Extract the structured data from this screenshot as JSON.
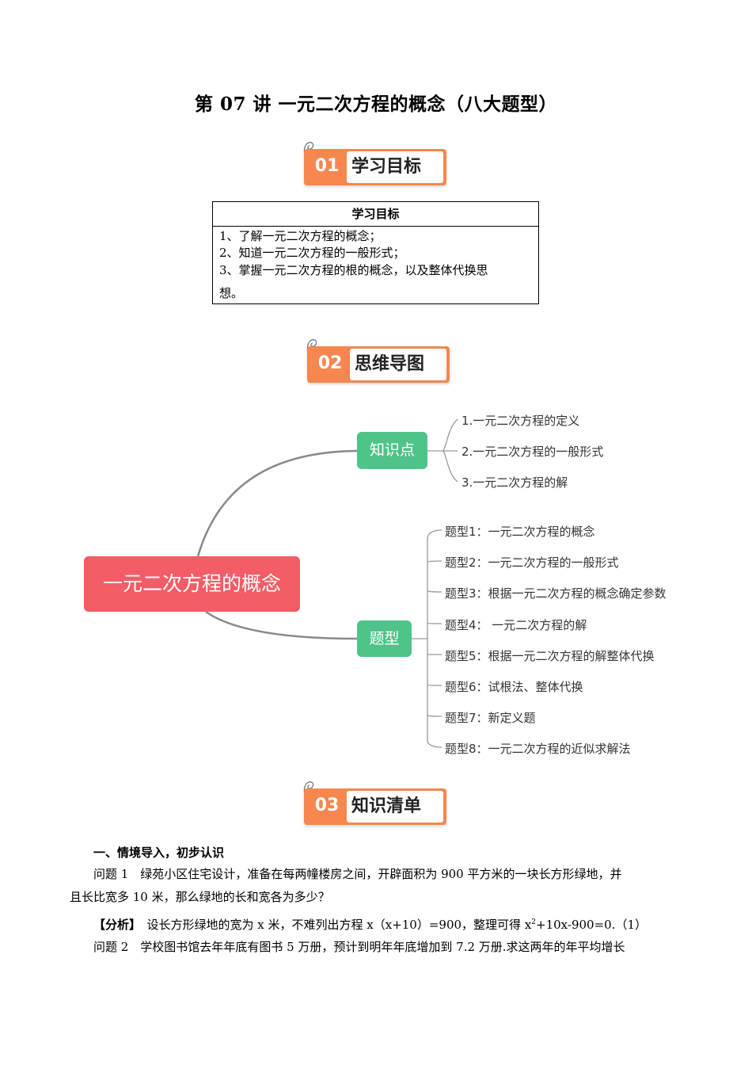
{
  "title": "第 07 讲 一元二次方程的概念（八大题型）",
  "sections": [
    {
      "num": "01",
      "label": "学习目标"
    },
    {
      "num": "02",
      "label": "思维导图"
    },
    {
      "num": "03",
      "label": "知识清单"
    }
  ],
  "objectives": {
    "header": "学习目标",
    "items": [
      "1、了解一元二次方程的概念；",
      "2、知道一元二次方程的一般形式；",
      "3、掌握一元二次方程的根的概念，以及整体代换思",
      "想。"
    ]
  },
  "mindmap": {
    "root": "一元二次方程的概念",
    "knowledge": {
      "label": "知识点",
      "items": [
        "1.一元二次方程的定义",
        "2.一元二次方程的一般形式",
        "3.一元二次方程的解"
      ]
    },
    "types": {
      "label": "题型",
      "items": [
        "题型1：一元二次方程的概念",
        "题型2：一元二次方程的一般形式",
        "题型3：根据一元二次方程的概念确定参数",
        "题型4： 一元二次方程的解",
        "题型5：根据一元二次方程的解整体代换",
        "题型6：试根法、整体代换",
        "题型7：新定义题",
        "题型8：一元二次方程的近似求解法"
      ]
    }
  },
  "knowledge": {
    "heading": "一、情境导入，初步认识",
    "q1_line1": "问题 1　绿苑小区住宅设计，准备在每两幢楼房之间，开辟面积为 900 平方米的一块长方形绿地，并",
    "q1_line2": "且长比宽多 10 米，那么绿地的长和宽各为多少？",
    "analysis_label": "【分析】",
    "analysis_a": "　设长方形绿地的宽为 x 米，不难列出方程 x（x+10）=900，整理可得 x",
    "analysis_sup": "2",
    "analysis_b": "+10x-900=0.（1）",
    "q2_line1": "问题 2　学校图书馆去年年底有图书 5 万册，预计到明年年底增加到 7.2 万册.求这两年的年平均增长"
  }
}
